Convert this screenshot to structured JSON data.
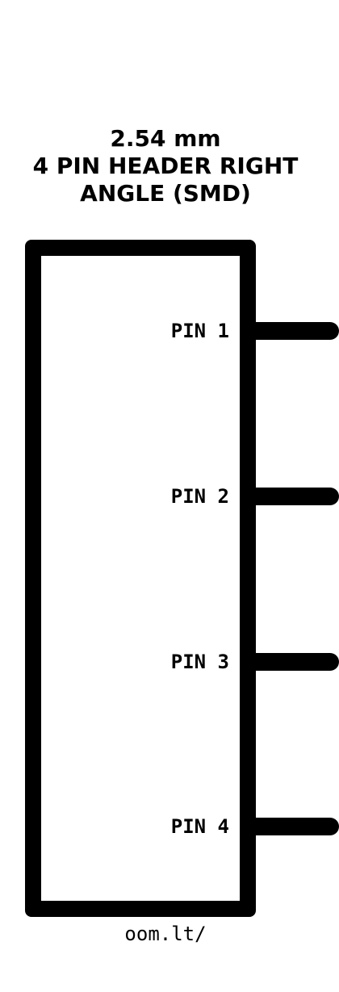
{
  "title": {
    "line1": "2.54 mm",
    "line2": "4 PIN HEADER RIGHT",
    "line3": "ANGLE (SMD)"
  },
  "pins": [
    {
      "label": "PIN 1"
    },
    {
      "label": "PIN 2"
    },
    {
      "label": "PIN 3"
    },
    {
      "label": "PIN 4"
    }
  ],
  "footer": {
    "text": "oom.lt/"
  },
  "colors": {
    "stroke": "#000000",
    "background": "#ffffff"
  }
}
